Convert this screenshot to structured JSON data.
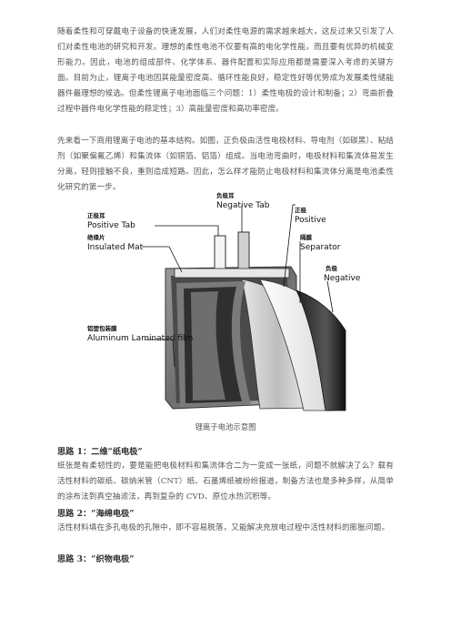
{
  "document": {
    "paragraphs": [
      "随着柔性和可穿戴电子设备的快速发展，人们对柔性电源的需求越来越大，这反过来又引发了人们对柔性电池的研究和开发。理想的柔性电池不仅要有高的电化学性能，而且要有优异的机械变形能力。因此，电池的组成部件、化学体系、器件配置和实际应用都是需要深入考虑的关键方面。目前为止，锂离子电池因其能量密度高、循环性能良好，稳定性好等优势成为发展柔性储能器件最理想的候选。但柔性锂离子电池面临三个问题：1）柔性电极的设计和制备；2）弯曲折叠过程中器件电化学性能的稳定性；3）高能量密度和高功率密度。",
      "先来看一下商用锂离子电池的基本结构。如图，正负极由活性电极材料、导电剂（如碳黑）、粘结剂（如聚偏氟乙烯）和集流体（如铜箔、铝箔）组成。当电池弯曲时，电极材料和集流体易发生分离，轻则接触不良，重则造成短路。因此，怎么样才能防止电极材料和集流体分离是电池柔性化研究的第一步。"
    ],
    "figure": {
      "labels": [
        {
          "cn": "负极耳",
          "en": "Negative Tab"
        },
        {
          "cn": "正极耳",
          "en": "Positive Tab"
        },
        {
          "cn": "绝缘片",
          "en": "Insulated Mat"
        },
        {
          "cn": "正极",
          "en": "Positive"
        },
        {
          "cn": "隔膜",
          "en": "Separator"
        },
        {
          "cn": "负极",
          "en": "Negative"
        },
        {
          "cn": "铝塑包装膜",
          "en": "Aluminum Laminated film"
        }
      ],
      "caption": "锂离子电池示意图"
    },
    "sections": [
      {
        "heading": "思路 1：二维“纸电极”",
        "text": "纸张是有柔韧性的，要是能把电极材料和集流体合二为一变成一张纸，问题不就解决了么？载有活性材料的碳纸、碳纳米管（CNT）纸、石墨烯纸被纷纷报道，制备方法也是多种多样，从简单的涂布法到真空抽滤法，再到复杂的 CVD、原位水热沉积等。"
      },
      {
        "heading": "思路 2：“海绵电极”",
        "text": "活性材料填在多孔电极的孔隙中，即不容易脱落，又能解决充放电过程中活性材料的膨胀问题。"
      },
      {
        "heading": "思路 3：“织物电极”",
        "text": ""
      }
    ]
  },
  "colors": {
    "text": "#555555",
    "heading": "#333333"
  }
}
